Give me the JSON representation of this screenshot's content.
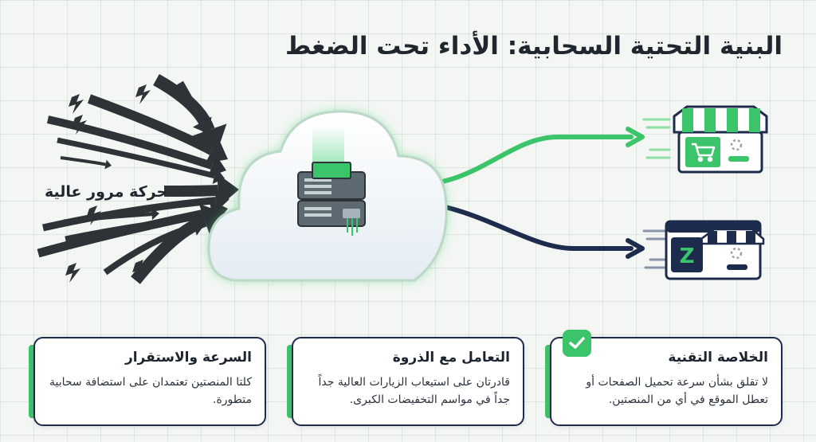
{
  "title": "البنية التحتية السحابية: الأداء تحت الضغط",
  "traffic_label": "حركة مرور عالية",
  "store_logo_letter": "Z",
  "colors": {
    "green": "#3cc46a",
    "navy": "#1d2b4d",
    "arrow": "#2e3338",
    "background": "#f3f6f3"
  },
  "cards": [
    {
      "title": "السرعة والاستقرار",
      "body": "كلتا المنصتين تعتمدان على استضافة سحابية متطورة."
    },
    {
      "title": "التعامل مع الذروة",
      "body": "قادرتان على استيعاب الزيارات العالية جداً جداً في مواسم التخفيضات الكبرى."
    },
    {
      "title": "الخلاصة التقنية",
      "body": "لا تقلق بشأن سرعة تحميل الصفحات أو تعطل الموقع في أي من المنصتين."
    }
  ]
}
